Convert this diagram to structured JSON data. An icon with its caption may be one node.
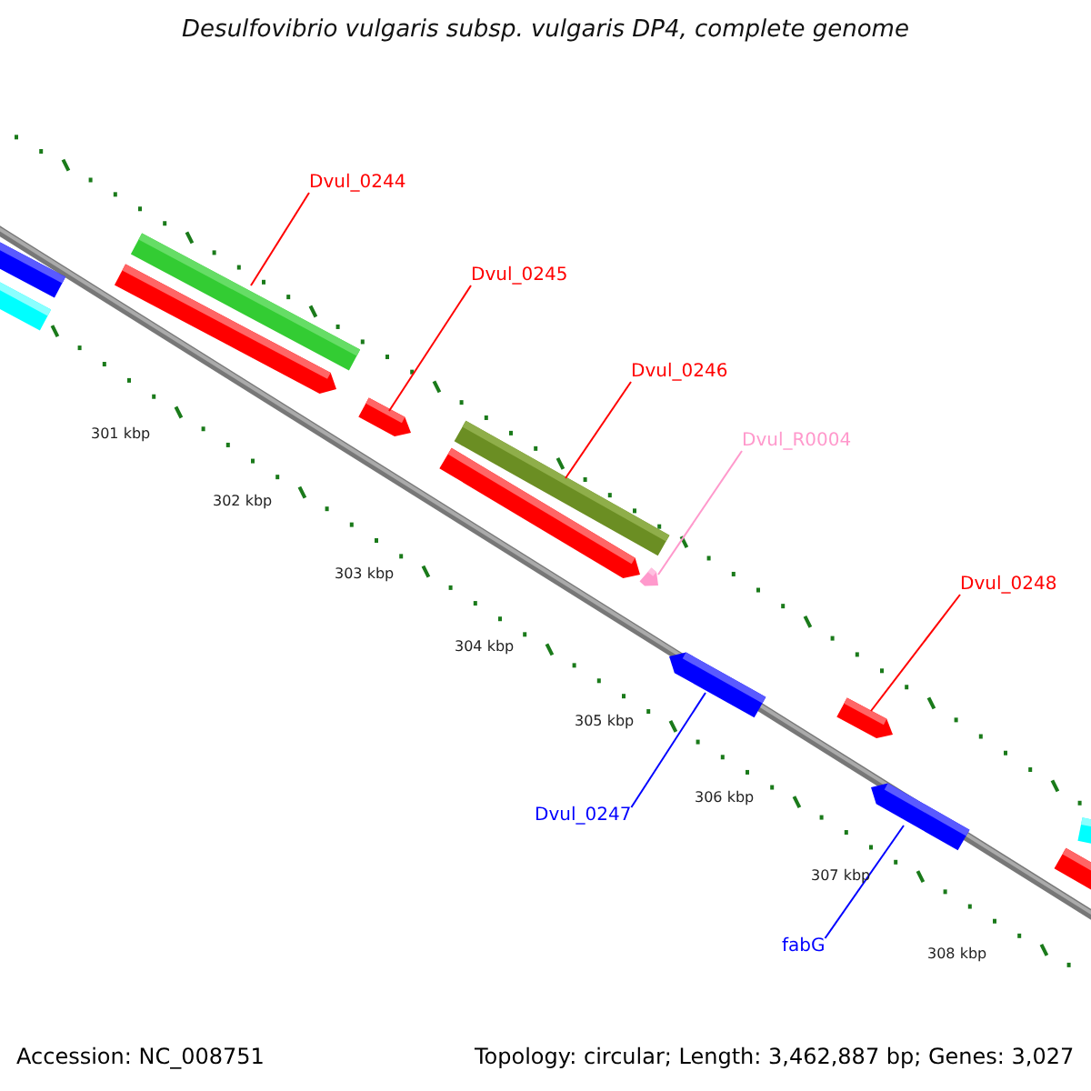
{
  "diagram": {
    "title": "Desulfovibrio vulgaris subsp. vulgaris DP4, complete genome",
    "nodes": [
      {
        "text": [],
        "shape": "bar"
      },
      {
        "text": [],
        "shape": "bar"
      },
      {
        "text": [
          "Dvul_0244"
        ]
      },
      {
        "text": [],
        "shape": "bar"
      },
      {
        "text": [],
        "shape": "bar"
      },
      {
        "text": [
          "Dvul_0245"
        ]
      },
      {
        "text": [],
        "shape": "bar"
      },
      {
        "text": [
          "Dvul_0246"
        ]
      },
      {
        "text": [],
        "shape": "bar"
      },
      {
        "text": [],
        "shape": "bar"
      },
      {
        "text": [
          "Dvul_R0004"
        ]
      },
      {
        "text": [],
        "shape": "bar"
      },
      {
        "text": [],
        "shape": "bar"
      },
      {
        "text": [
          "Dvul_0247"
        ]
      },
      {
        "text": [
          "Dvul_0248"
        ]
      },
      {
        "text": [],
        "shape": "bar"
      },
      {
        "text": [],
        "shape": "bar"
      },
      {
        "text": [
          "fabG"
        ]
      },
      {
        "text": [],
        "shape": "bar"
      },
      {
        "text": [],
        "shape": "bar"
      }
    ],
    "edges": [
      {
        "from": 2,
        "to": 3,
        "arrow": "none"
      },
      {
        "from": 5,
        "to": 6,
        "arrow": "none"
      },
      {
        "from": 7,
        "to": 8,
        "arrow": "none"
      },
      {
        "from": 10,
        "to": 11,
        "arrow": "none",
        "color": "#ff99cc"
      },
      {
        "from": 14,
        "to": 15,
        "arrow": "none"
      },
      {
        "from": 13,
        "to": 12,
        "arrow": "none",
        "color": "#0000ff"
      },
      {
        "from": 17,
        "to": 16,
        "arrow": "none",
        "color": "#0000ff"
      }
    ],
    "labels": [
      "301 kbp",
      "302 kbp",
      "303 kbp",
      "304 kbp",
      "305 kbp",
      "306 kbp",
      "307 kbp",
      "308 kbp",
      "Accession: NC_008751",
      "Topology: circular; Length: 3,462,887 bp; Genes: 3,027"
    ]
  }
}
